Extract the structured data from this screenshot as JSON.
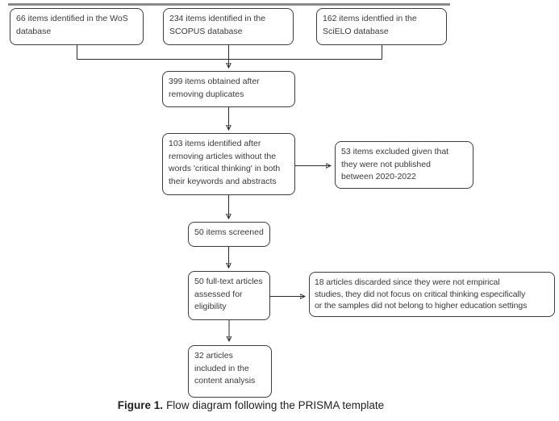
{
  "diagram": {
    "nodes": {
      "wos": "66 items identified in the WoS\ndatabase",
      "scopus": "234 items identified in the\nSCOPUS database",
      "scielo": "162 items identfied in the\nSciELO database",
      "deduplicated": "399 items obtained after\nremoving duplicates",
      "keyword_filtered": "103 items identified after\nremoving articles without the\nwords 'critical thinking' in both\ntheir keywords and abstracts",
      "excluded_by_year": "53 items excluded given that\nthey were not published\nbetween 2020-2022",
      "screened": "50 items screened",
      "fulltext_assessed": "50 full-text articles\nassessed for\neligibility",
      "discarded": "18 articles discarded since they were not empirical\nstudies, they did not focus on critical thinking especifically\nor the samples did not belong to higher education settings",
      "included": "32 articles\nincluded in the\ncontent analysis"
    },
    "caption": {
      "label": "Figure 1.",
      "text": "Flow diagram following the PRISMA template"
    },
    "colors": {
      "background": "#ffffff",
      "box_border": "#3d3d3d",
      "box_text": "#3a3a3a",
      "connector_line": "#2a2a2a",
      "top_bar": "#8a8a8a"
    }
  }
}
